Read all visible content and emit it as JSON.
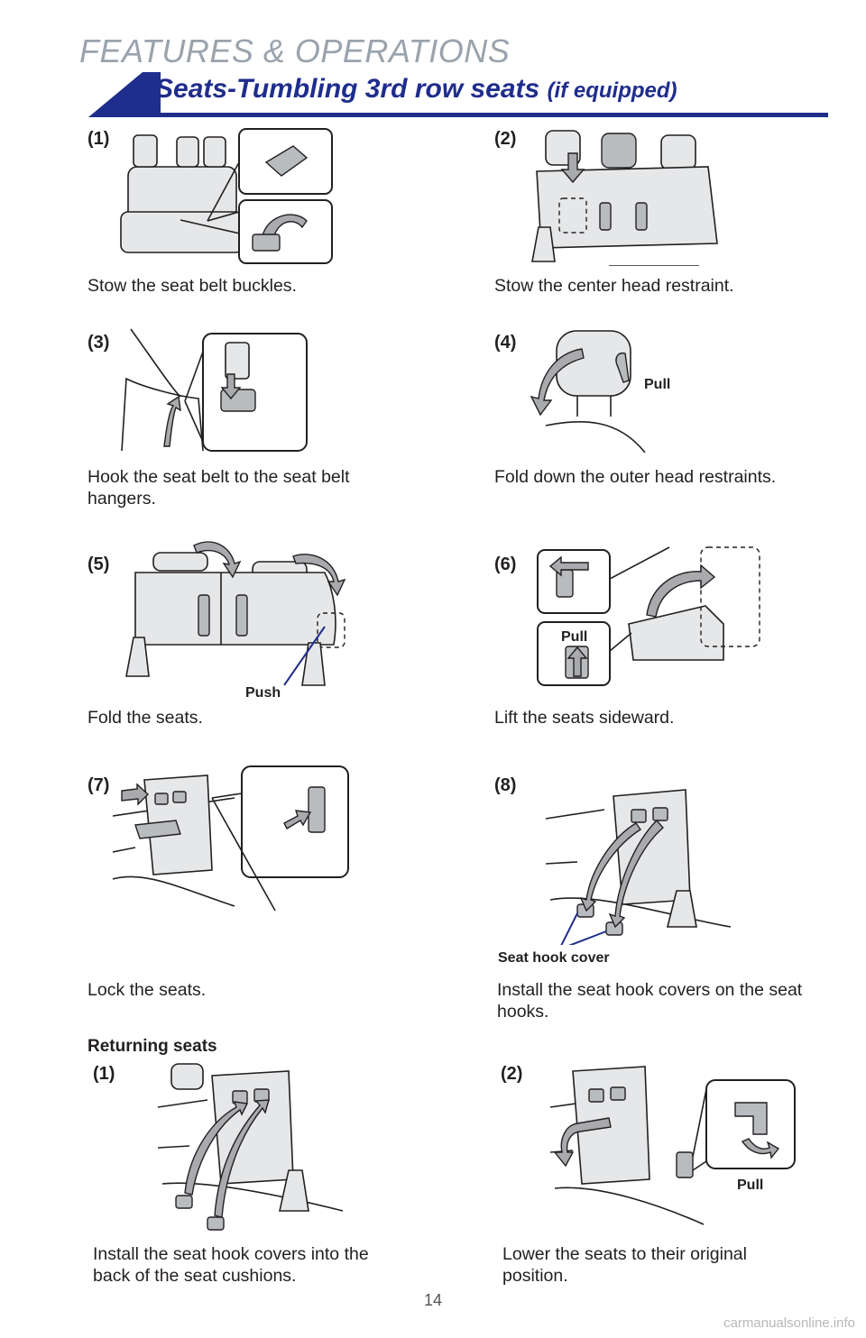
{
  "header": {
    "section": "FEATURES & OPERATIONS",
    "title_main": "Seats-Tumbling 3rd row seats ",
    "title_suffix": "(if equipped)"
  },
  "steps": [
    {
      "num": "(1)",
      "caption": "Stow the seat belt buckles."
    },
    {
      "num": "(2)",
      "caption": "Stow the center head restraint."
    },
    {
      "num": "(3)",
      "caption": "Hook the seat belt to the seat belt hangers."
    },
    {
      "num": "(4)",
      "caption": "Fold down the outer head restraints.",
      "label": "Pull"
    },
    {
      "num": "(5)",
      "caption": "Fold the seats.",
      "label": "Push"
    },
    {
      "num": "(6)",
      "caption": "Lift the seats sideward.",
      "label": "Pull"
    },
    {
      "num": "(7)",
      "caption": "Lock the seats."
    },
    {
      "num": "(8)",
      "caption": "Install the seat hook covers on the seat hooks.",
      "label": "Seat hook cover"
    }
  ],
  "returning": {
    "heading": "Returning seats",
    "steps": [
      {
        "num": "(1)",
        "caption": "Install the seat hook covers into the back of the seat cushions."
      },
      {
        "num": "(2)",
        "caption": "Lower the seats to their original position.",
        "label": "Pull"
      }
    ]
  },
  "footer": {
    "page_number": "14",
    "watermark": "carmanualsonline.info"
  },
  "colors": {
    "accent": "#1f2d8c",
    "section_gray": "#9aa3ad"
  }
}
